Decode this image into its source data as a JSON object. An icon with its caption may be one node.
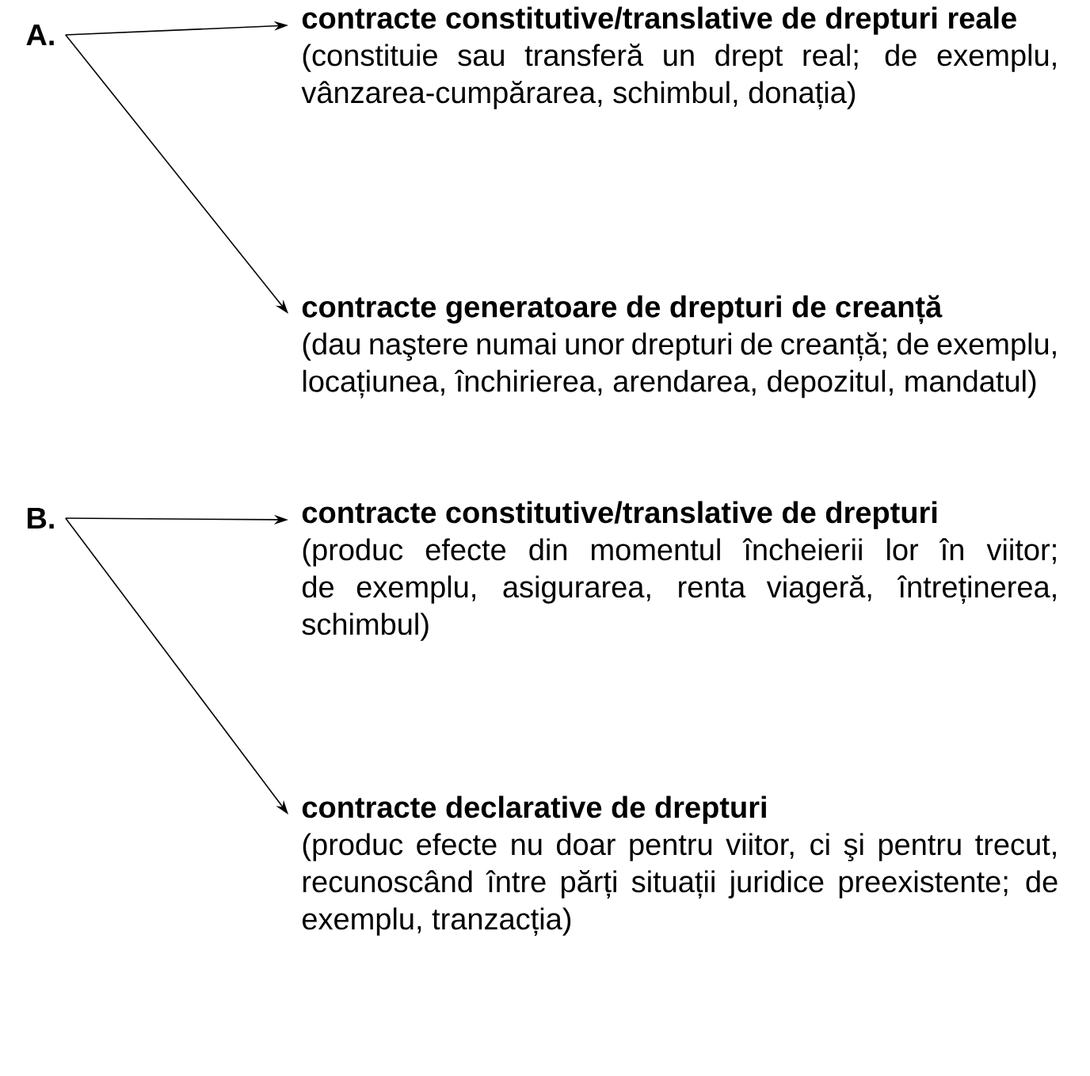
{
  "diagram": {
    "nodes": [
      {
        "text": [
          "A."
        ]
      },
      {
        "text": [
          "contracte constitutive/translative de drepturi reale",
          "(constituie sau transferă un drept real; de exemplu, vânzarea-cumpărarea, schimbul, donația)"
        ]
      },
      {
        "text": [
          "contracte generatoare de drepturi de creanță",
          "(dau naştere numai unor drepturi de creanță; de exemplu, locațiunea, închirierea, arendarea, depozitul, mandatul)"
        ]
      },
      {
        "text": [
          "B."
        ]
      },
      {
        "text": [
          "contracte constitutive/translative de drepturi",
          "(produc efecte din momentul încheierii lor în viitor; de exemplu, asigurarea, renta viageră, întreținerea, schimbul)"
        ]
      },
      {
        "text": [
          "contracte declarative de drepturi",
          "(produc efecte nu doar pentru viitor, ci şi pentru trecut, recunoscând între părți situații juridice preexistente; de exemplu, tranzacția)"
        ]
      }
    ],
    "edges": [
      {
        "from": 0,
        "to": 1,
        "arrow": "to"
      },
      {
        "from": 0,
        "to": 2,
        "arrow": "to"
      },
      {
        "from": 3,
        "to": 4,
        "arrow": "to"
      },
      {
        "from": 3,
        "to": 5,
        "arrow": "to"
      }
    ]
  }
}
